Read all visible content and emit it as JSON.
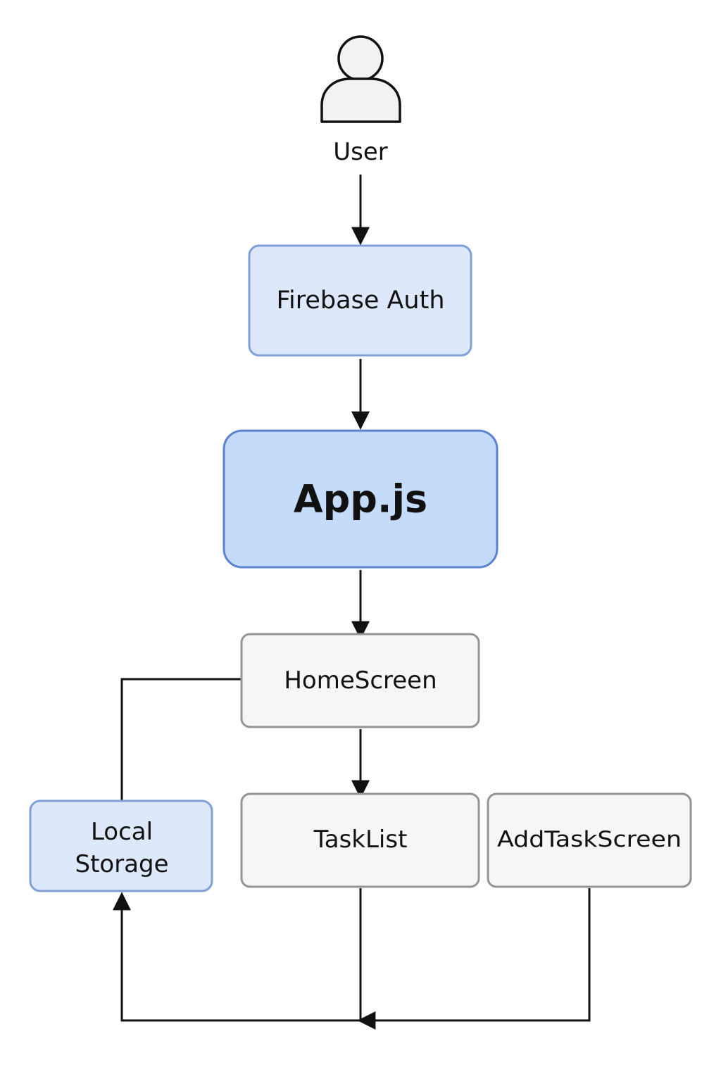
{
  "user": {
    "label": "User"
  },
  "nodes": {
    "firebase_auth": {
      "label": "Firebase Auth"
    },
    "app_js": {
      "label": "App.js"
    },
    "home_screen": {
      "label": "HomeScreen"
    },
    "local_storage": {
      "label_line1": "Local",
      "label_line2": "Storage"
    },
    "task_list": {
      "label": "TaskList"
    },
    "add_task_screen": {
      "label": "AddTaskScreen"
    }
  },
  "colors": {
    "light_blue_fill": "#dde9fb",
    "light_blue_stroke": "#7f9fd9",
    "blue_fill": "#c4dcfa",
    "blue_stroke": "#5a82cf",
    "gray_fill": "#f6f6f6",
    "gray_stroke": "#949494",
    "line": "#111111"
  }
}
